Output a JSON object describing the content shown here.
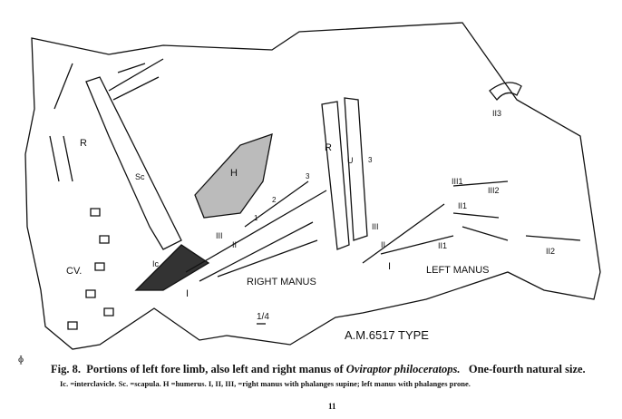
{
  "figure": {
    "labels": {
      "r_left": "R",
      "sc": "Sc",
      "h": "H",
      "ic": "Ic",
      "cv": "CV.",
      "right_manus": "RIGHT MANUS",
      "left_manus": "LEFT MANUS",
      "scale": "1/4",
      "specimen": "A.M.6517  TYPE",
      "r_right": "R",
      "u": "U",
      "i_right": "I",
      "ii_right": "II",
      "iii_right": "III",
      "i_left": "I",
      "ii_left": "II",
      "iii_left": "III",
      "ii3": "II3",
      "iii1": "III1",
      "iii2": "III2",
      "ii1_a": "II1",
      "ii1_b": "II1",
      "ii2": "II2",
      "n1": "1",
      "n2": "2",
      "n3": "3",
      "n3b": "3"
    }
  },
  "caption": {
    "fig": "Fig. 8.",
    "text_before": "Portions of left fore limb, also left and right manus of ",
    "species": "Oviraptor philoceratops.",
    "text_after": "One-fourth natural size.",
    "legend": "Ic. =interclavicle.  Sc. =scapula.  H =humerus.  I, II, III, =right manus with phalanges supine;  left manus with phalanges prone."
  },
  "page_number": "11",
  "margin_mark": "ɸ"
}
